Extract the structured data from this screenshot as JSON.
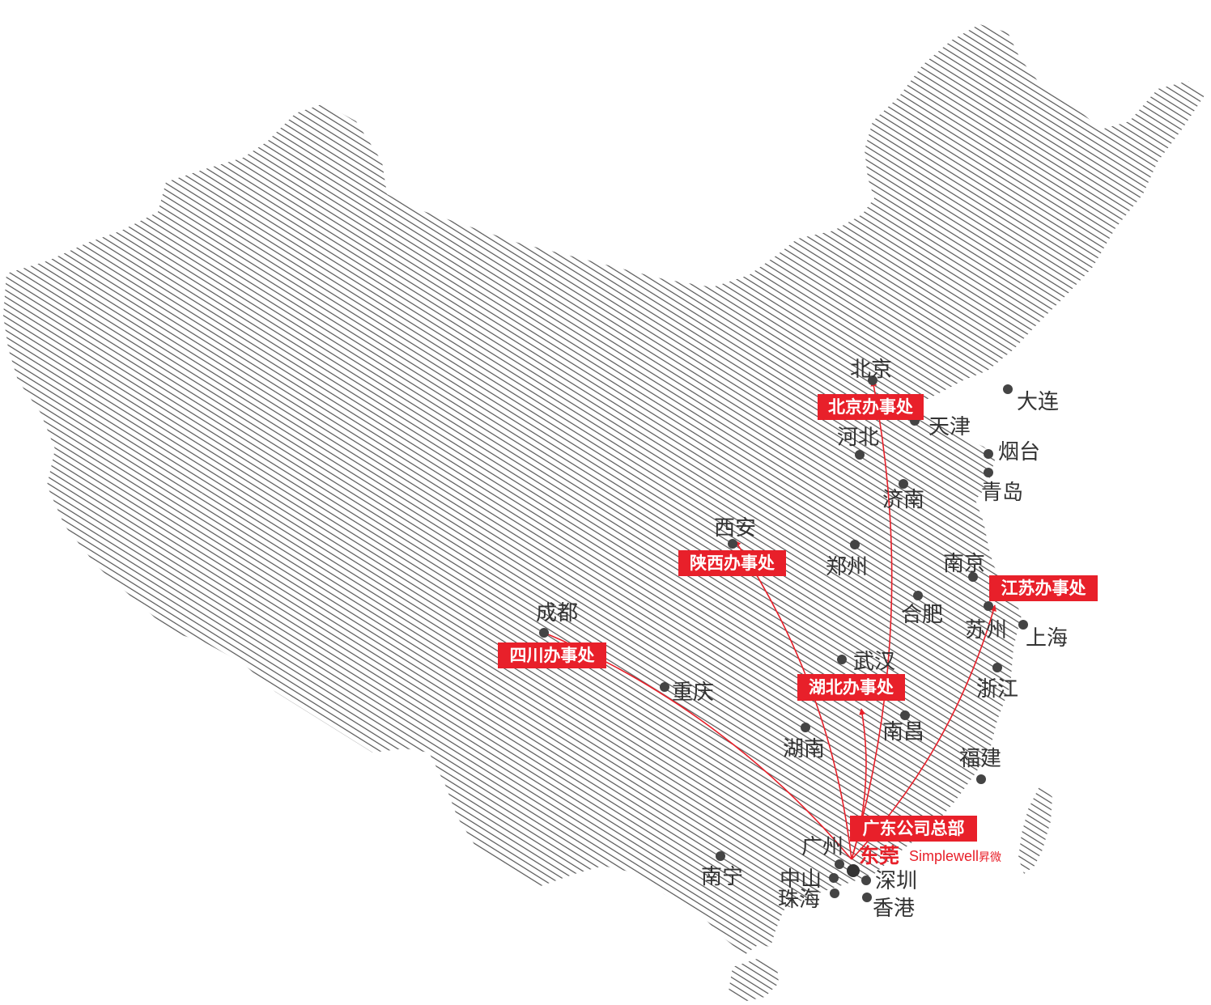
{
  "colors": {
    "accent": "#e8202a",
    "land_hatch": "#555555",
    "city_dot": "#444444",
    "label_text": "#333333"
  },
  "headquarters": {
    "office_label": "广东公司总部",
    "city": "东莞",
    "brand": "Simplewell",
    "brand_cn": "昇微"
  },
  "offices": [
    {
      "id": "beijing",
      "label": "北京办事处",
      "city": "北京"
    },
    {
      "id": "shaanxi",
      "label": "陕西办事处",
      "city": "西安"
    },
    {
      "id": "sichuan",
      "label": "四川办事处",
      "city": "成都"
    },
    {
      "id": "hubei",
      "label": "湖北办事处",
      "city": "武汉"
    },
    {
      "id": "jiangsu",
      "label": "江苏办事处",
      "city": "苏州"
    }
  ],
  "cities": [
    "北京",
    "天津",
    "大连",
    "河北",
    "烟台",
    "青岛",
    "济南",
    "西安",
    "郑州",
    "南京",
    "合肥",
    "苏州",
    "上海",
    "成都",
    "武汉",
    "重庆",
    "浙江",
    "南昌",
    "湖南",
    "福建",
    "广州",
    "中山",
    "珠海",
    "深圳",
    "香港",
    "南宁"
  ]
}
